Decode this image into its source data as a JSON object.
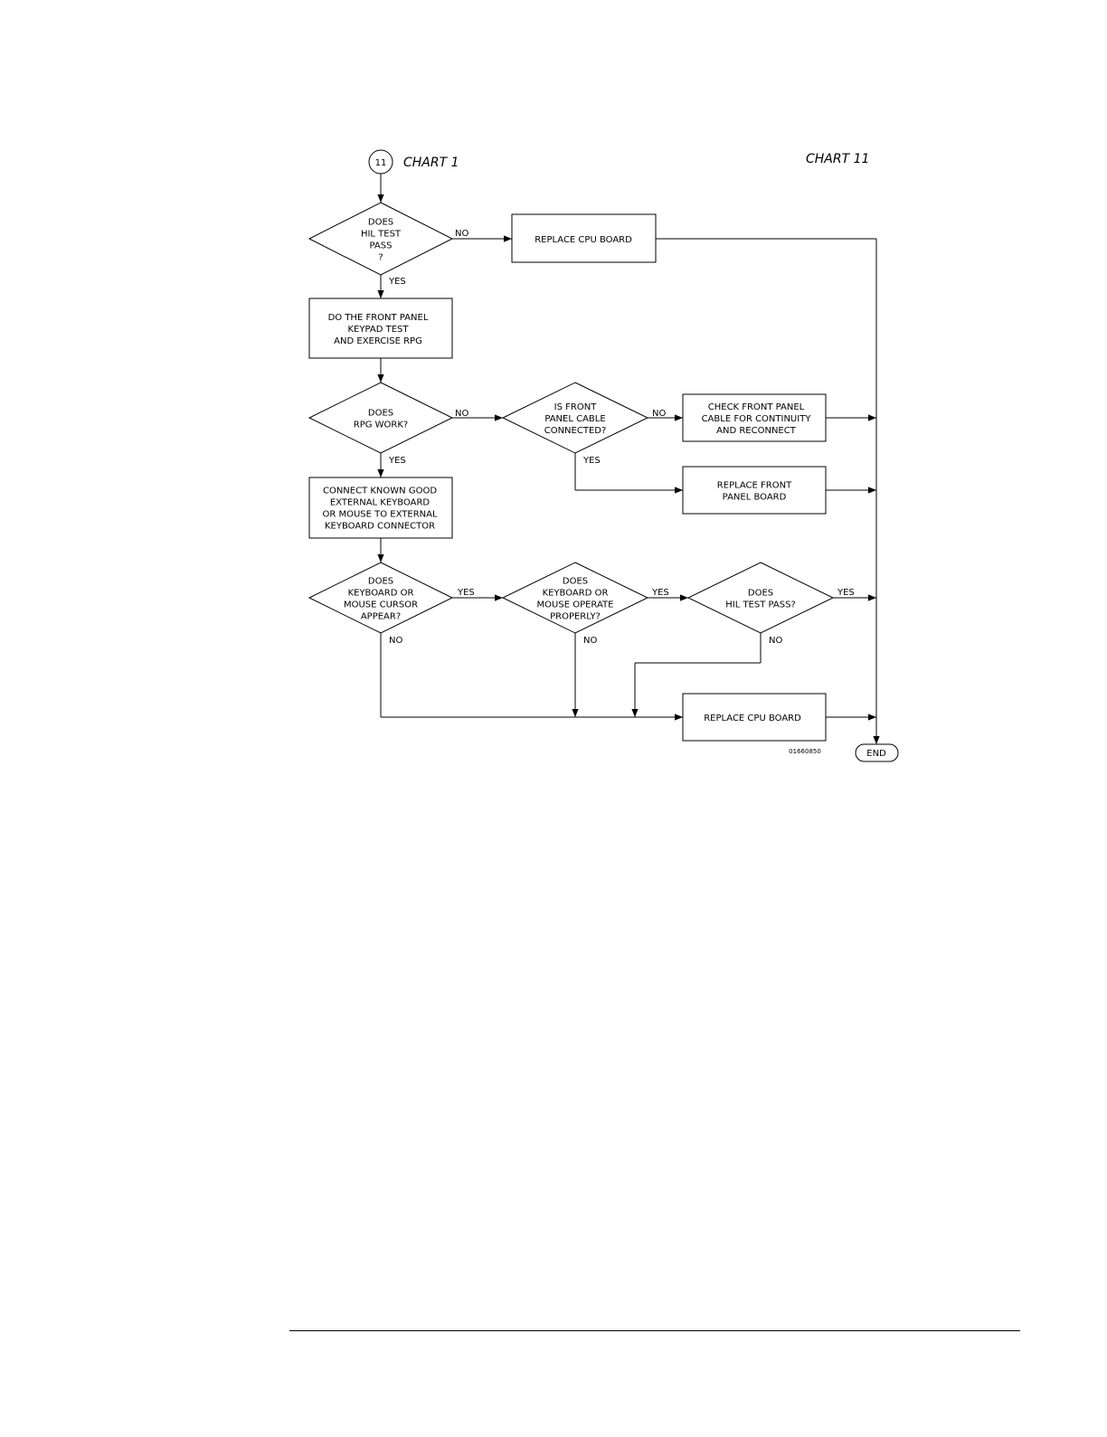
{
  "connector": {
    "number": "11",
    "from_label": "CHART 1"
  },
  "chart_title": "CHART 11",
  "decisions": {
    "d1": [
      "DOES",
      "HIL TEST",
      "PASS",
      "?"
    ],
    "d2": [
      "DOES",
      "RPG WORK?"
    ],
    "d3": [
      "IS FRONT",
      "PANEL CABLE",
      "CONNECTED?"
    ],
    "d4": [
      "DOES",
      "KEYBOARD OR",
      "MOUSE CURSOR",
      "APPEAR?"
    ],
    "d5": [
      "DOES",
      "KEYBOARD OR",
      "MOUSE OPERATE",
      "PROPERLY?"
    ],
    "d6": [
      "DOES",
      "HIL TEST PASS?"
    ]
  },
  "processes": {
    "p1": [
      "REPLACE CPU BOARD"
    ],
    "p2": [
      "DO THE FRONT PANEL",
      "KEYPAD TEST",
      "AND EXERCISE RPG"
    ],
    "p3": [
      "CHECK FRONT PANEL",
      "CABLE FOR CONTINUITY",
      "AND RECONNECT"
    ],
    "p4": [
      "REPLACE FRONT",
      "PANEL BOARD"
    ],
    "p5": [
      "CONNECT KNOWN GOOD",
      "EXTERNAL KEYBOARD",
      "OR MOUSE TO EXTERNAL",
      "KEYBOARD CONNECTOR"
    ],
    "p6": [
      "REPLACE CPU BOARD"
    ]
  },
  "edge_labels": {
    "yes": "YES",
    "no": "NO"
  },
  "terminal": "END",
  "figure_id": "01660850"
}
